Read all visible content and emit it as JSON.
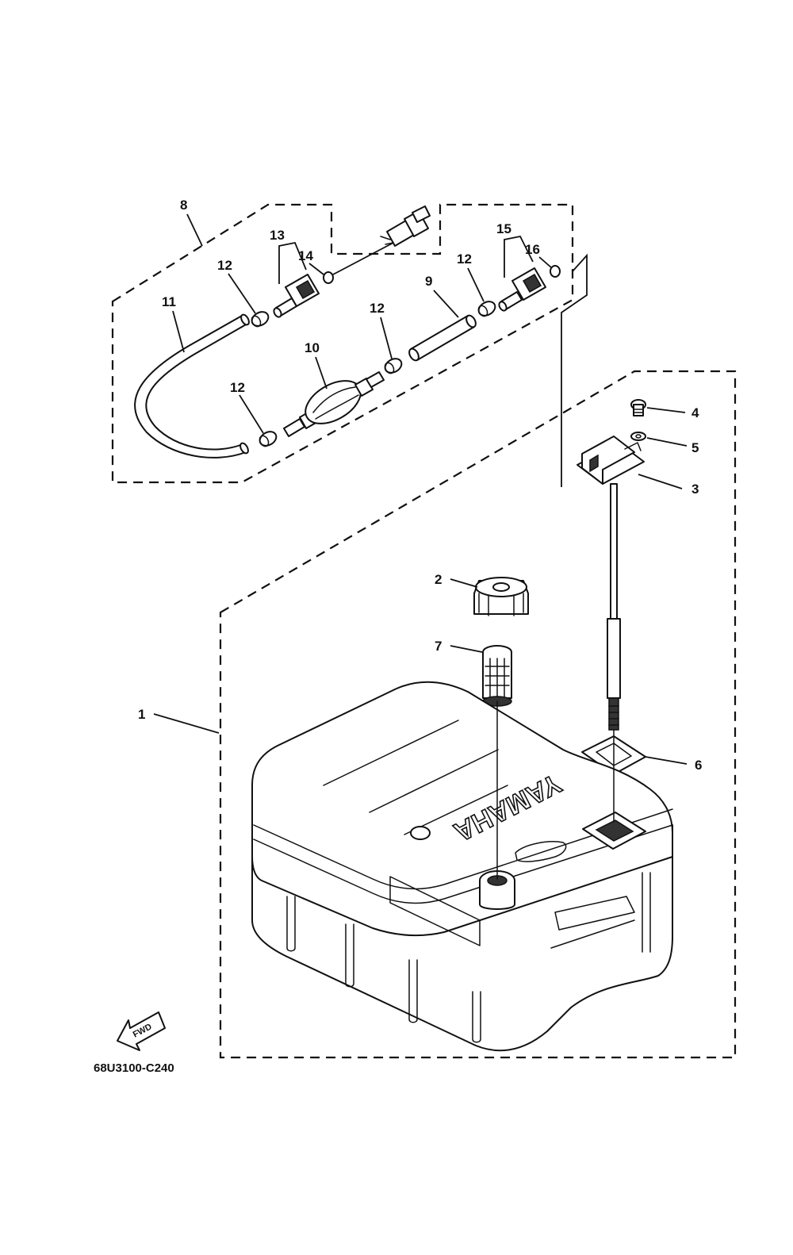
{
  "callouts": {
    "c1": "1",
    "c2": "2",
    "c3": "3",
    "c4": "4",
    "c5": "5",
    "c6": "6",
    "c7": "7",
    "c8": "8",
    "c9": "9",
    "c10": "10",
    "c11": "11",
    "c12a": "12",
    "c12b": "12",
    "c12c": "12",
    "c12d": "12",
    "c13": "13",
    "c14": "14",
    "c15": "15",
    "c16": "16"
  },
  "tank_brand": "YAMAHA",
  "fwd_label": "FWD",
  "diagram_code": "68U3100-C240"
}
